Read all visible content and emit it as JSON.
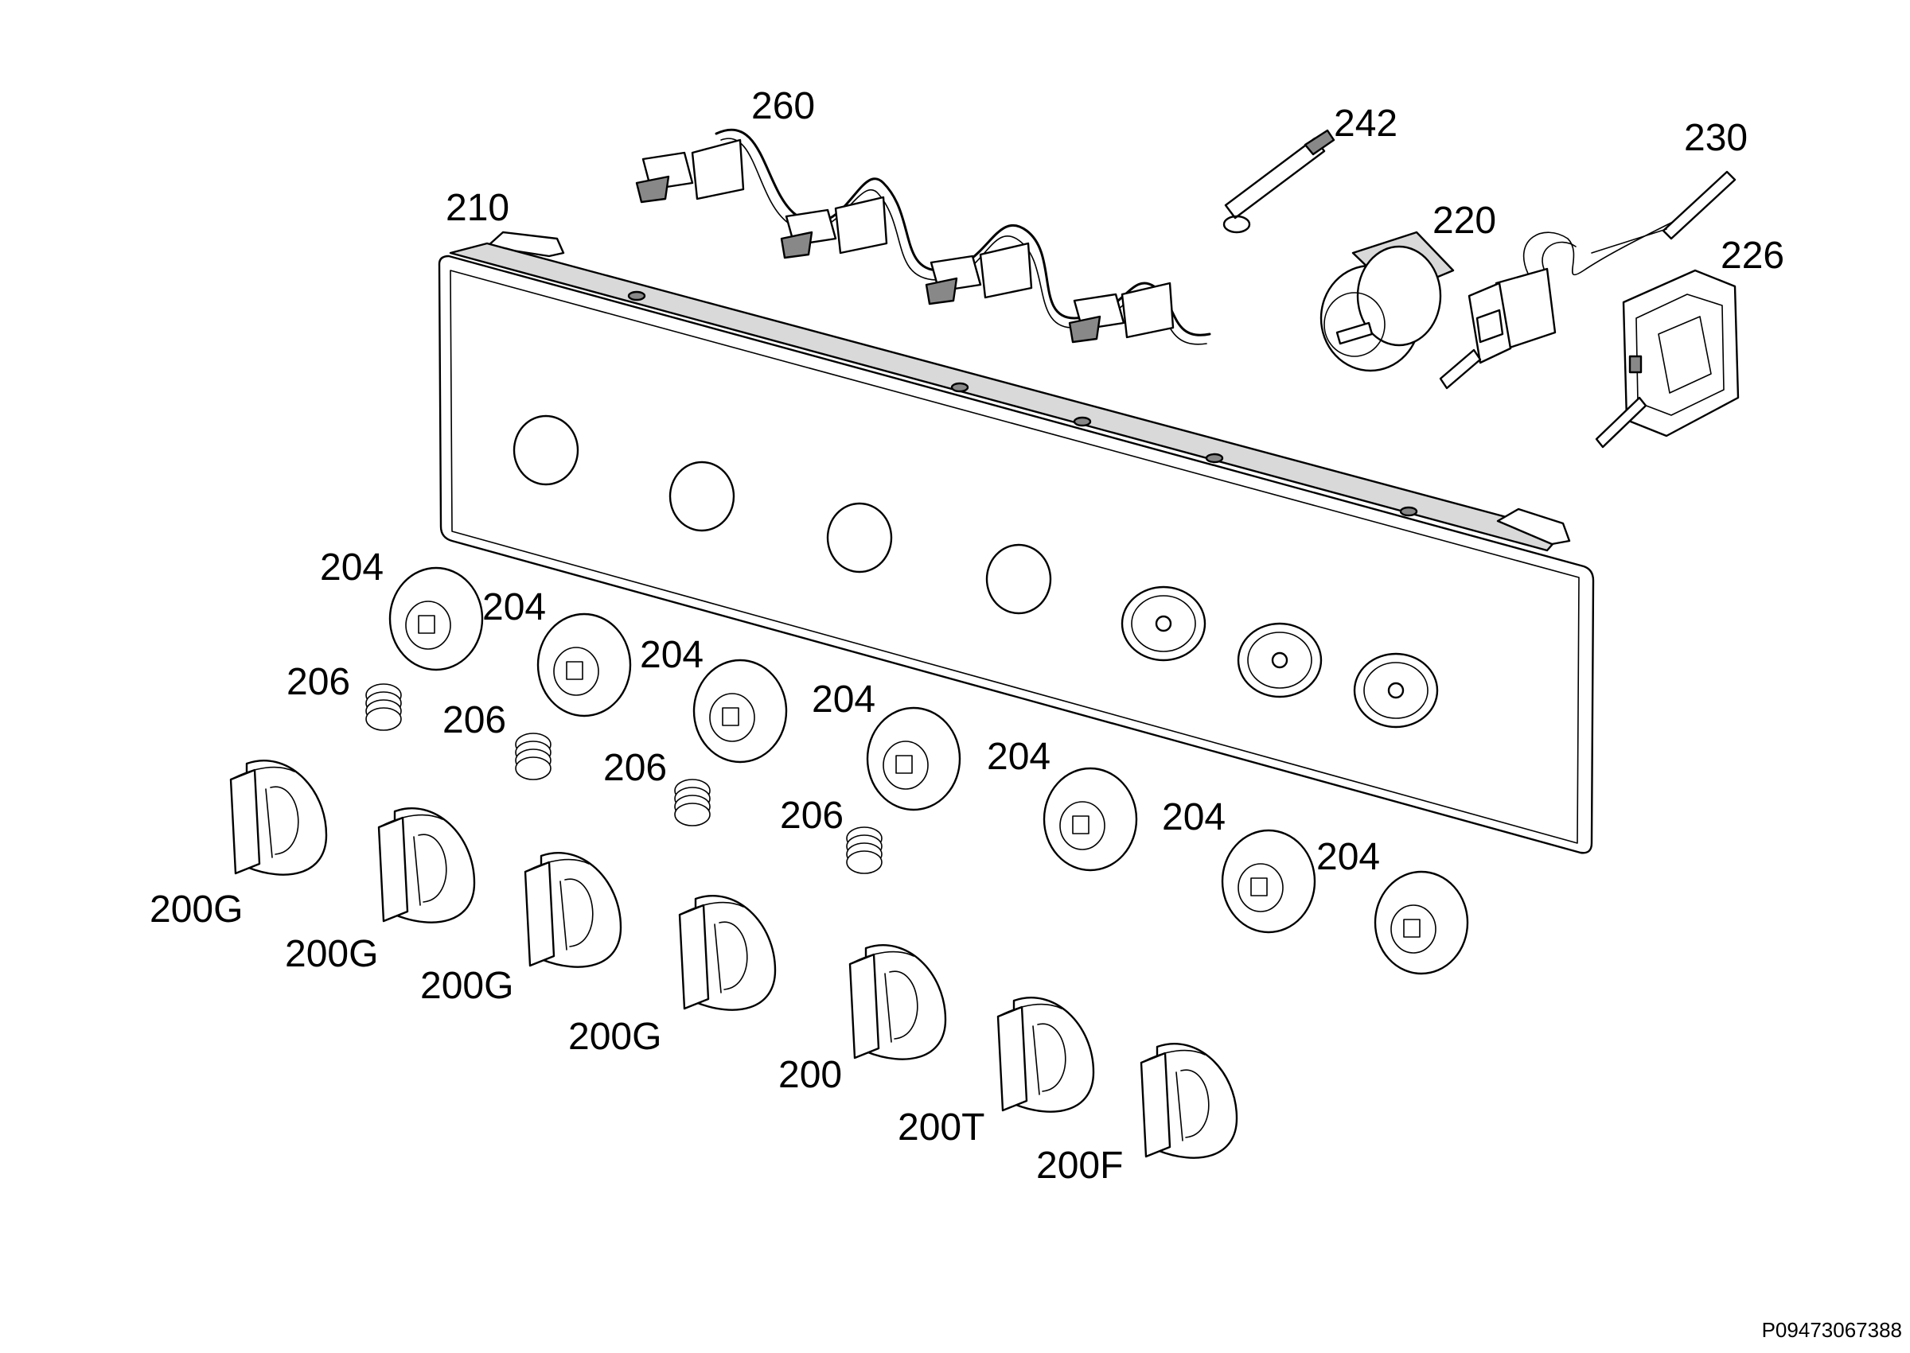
{
  "labels": {
    "p260": "260",
    "p242": "242",
    "p230": "230",
    "p220": "220",
    "p226": "226",
    "p210": "210",
    "p204": "204",
    "p206": "206",
    "p200G": "200G",
    "p200": "200",
    "p200T": "200T",
    "p200F": "200F"
  },
  "footer": {
    "code": "P09473067388"
  }
}
